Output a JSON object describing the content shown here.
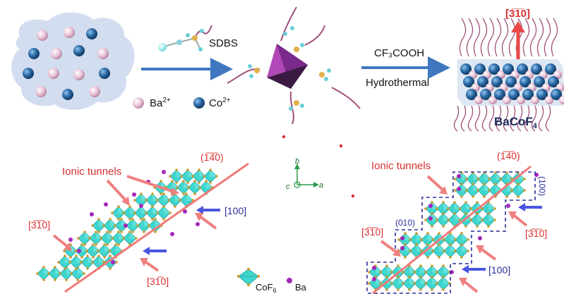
{
  "top": {
    "sdbs": "SDBS",
    "cf3cooh": "CF₃COOH",
    "hydrothermal": "Hydrothermal",
    "direction": "[3̅1̅0]",
    "product": "BaCoF",
    "product_sub": "4",
    "legend": {
      "ba_ion": "Ba",
      "ba_charge": "2+",
      "co_ion": "Co",
      "co_charge": "2+"
    }
  },
  "axes": {
    "b": "b",
    "c": "c",
    "a": "a"
  },
  "left_panel": {
    "tunnels": "Ionic tunnels",
    "dir_top": "(1̅4̅0)",
    "dir_100": "[100]",
    "dir_left": "[3̅1̅0]",
    "dir_bottom": "[31̅0]"
  },
  "right_panel": {
    "tunnels": "Ionic tunnels",
    "dir_top": "(1̅4̅0)",
    "dir_100_side": "(100)",
    "dir_010": "(010)",
    "dir_left": "[3̅1̅0]",
    "dir_right": "[3̅1̅0]",
    "dir_100": "[100]"
  },
  "legend_bottom": {
    "cof6": "CoF",
    "cof6_sub": "6",
    "ba": "Ba"
  },
  "colors": {
    "ba": "#e9c3d6",
    "co": "#2b6aa5",
    "arrow": "#3f78c0",
    "octa": "#3fd6cf",
    "red": "#d93030",
    "blue": "#2a2f9a",
    "pink_arrow": "#ef8080",
    "purple_ba": "#a326b8"
  }
}
